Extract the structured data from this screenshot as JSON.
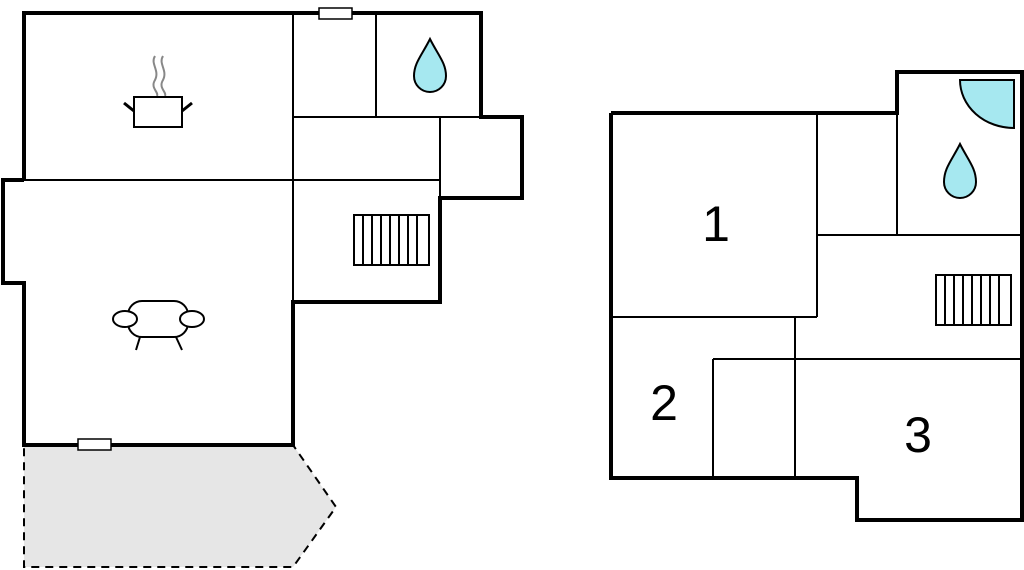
{
  "floors": [
    {
      "id": "ground-floor",
      "rooms": [
        {
          "id": "kitchen",
          "icon": "cooking-pot-icon"
        },
        {
          "id": "living-room",
          "icon": "sofa-icon"
        },
        {
          "id": "bathroom",
          "icon": "water-drop-icon"
        },
        {
          "id": "stairwell",
          "icon": "stairs-icon"
        },
        {
          "id": "terrace",
          "icon": ""
        }
      ],
      "colors": {
        "terrace": "#e6e6e6",
        "water": "#a6e8f0"
      }
    },
    {
      "id": "upper-floor",
      "rooms": [
        {
          "id": "bedroom-1",
          "label": "1"
        },
        {
          "id": "bedroom-2",
          "label": "2"
        },
        {
          "id": "bedroom-3",
          "label": "3"
        },
        {
          "id": "bathroom",
          "icon": "water-drop-icon"
        },
        {
          "id": "shower",
          "icon": "shower-corner-icon"
        },
        {
          "id": "stairwell",
          "icon": "stairs-icon"
        }
      ],
      "colors": {
        "water": "#a6e8f0"
      }
    }
  ]
}
